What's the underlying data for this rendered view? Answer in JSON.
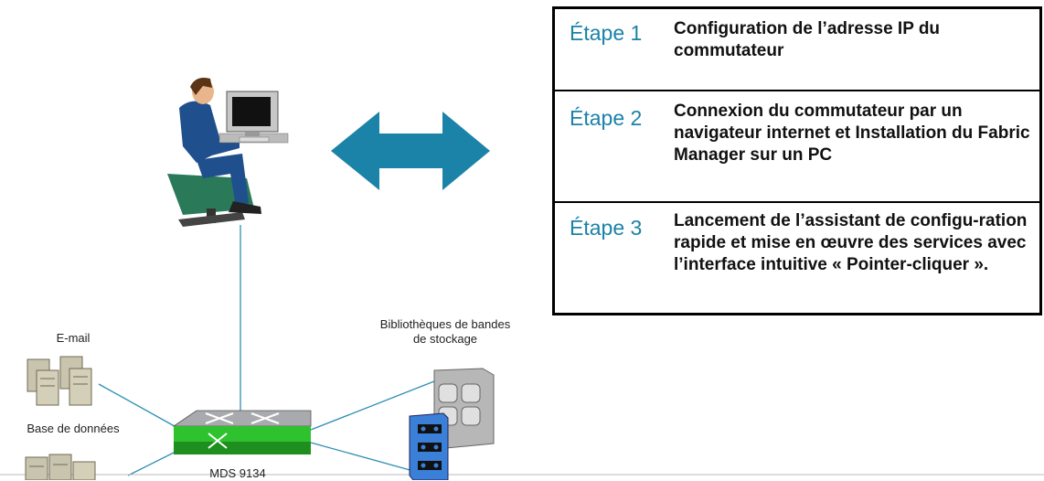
{
  "steps": [
    {
      "number": "Étape 1",
      "text": "Configuration de l’adresse IP du commutateur"
    },
    {
      "number": "Étape 2",
      "text": "Connexion du commutateur par un navigateur internet et Installation du Fabric Manager sur un PC"
    },
    {
      "number": "Étape 3",
      "text": "Lancement de l’assistant de configu-ration rapide et mise en œuvre des services avec  l’interface intuitive « Pointer-cliquer »."
    }
  ],
  "labels": {
    "email": "E-mail",
    "database": "Base de données",
    "tape_libraries": "Bibliothèques de bandes de stockage",
    "switch": "MDS 9134"
  },
  "colors": {
    "arrow": "#1b82a8",
    "step_number": "#1b82a8",
    "link": "#2d8fb3",
    "switch_top": "#b9bbbd",
    "switch_base": "#2ec22e",
    "person_suit": "#1f4f8c"
  },
  "icons": [
    "user-at-computer-icon",
    "bidirectional-arrow-icon",
    "server-icon",
    "switch-icon",
    "tape-library-icon"
  ]
}
